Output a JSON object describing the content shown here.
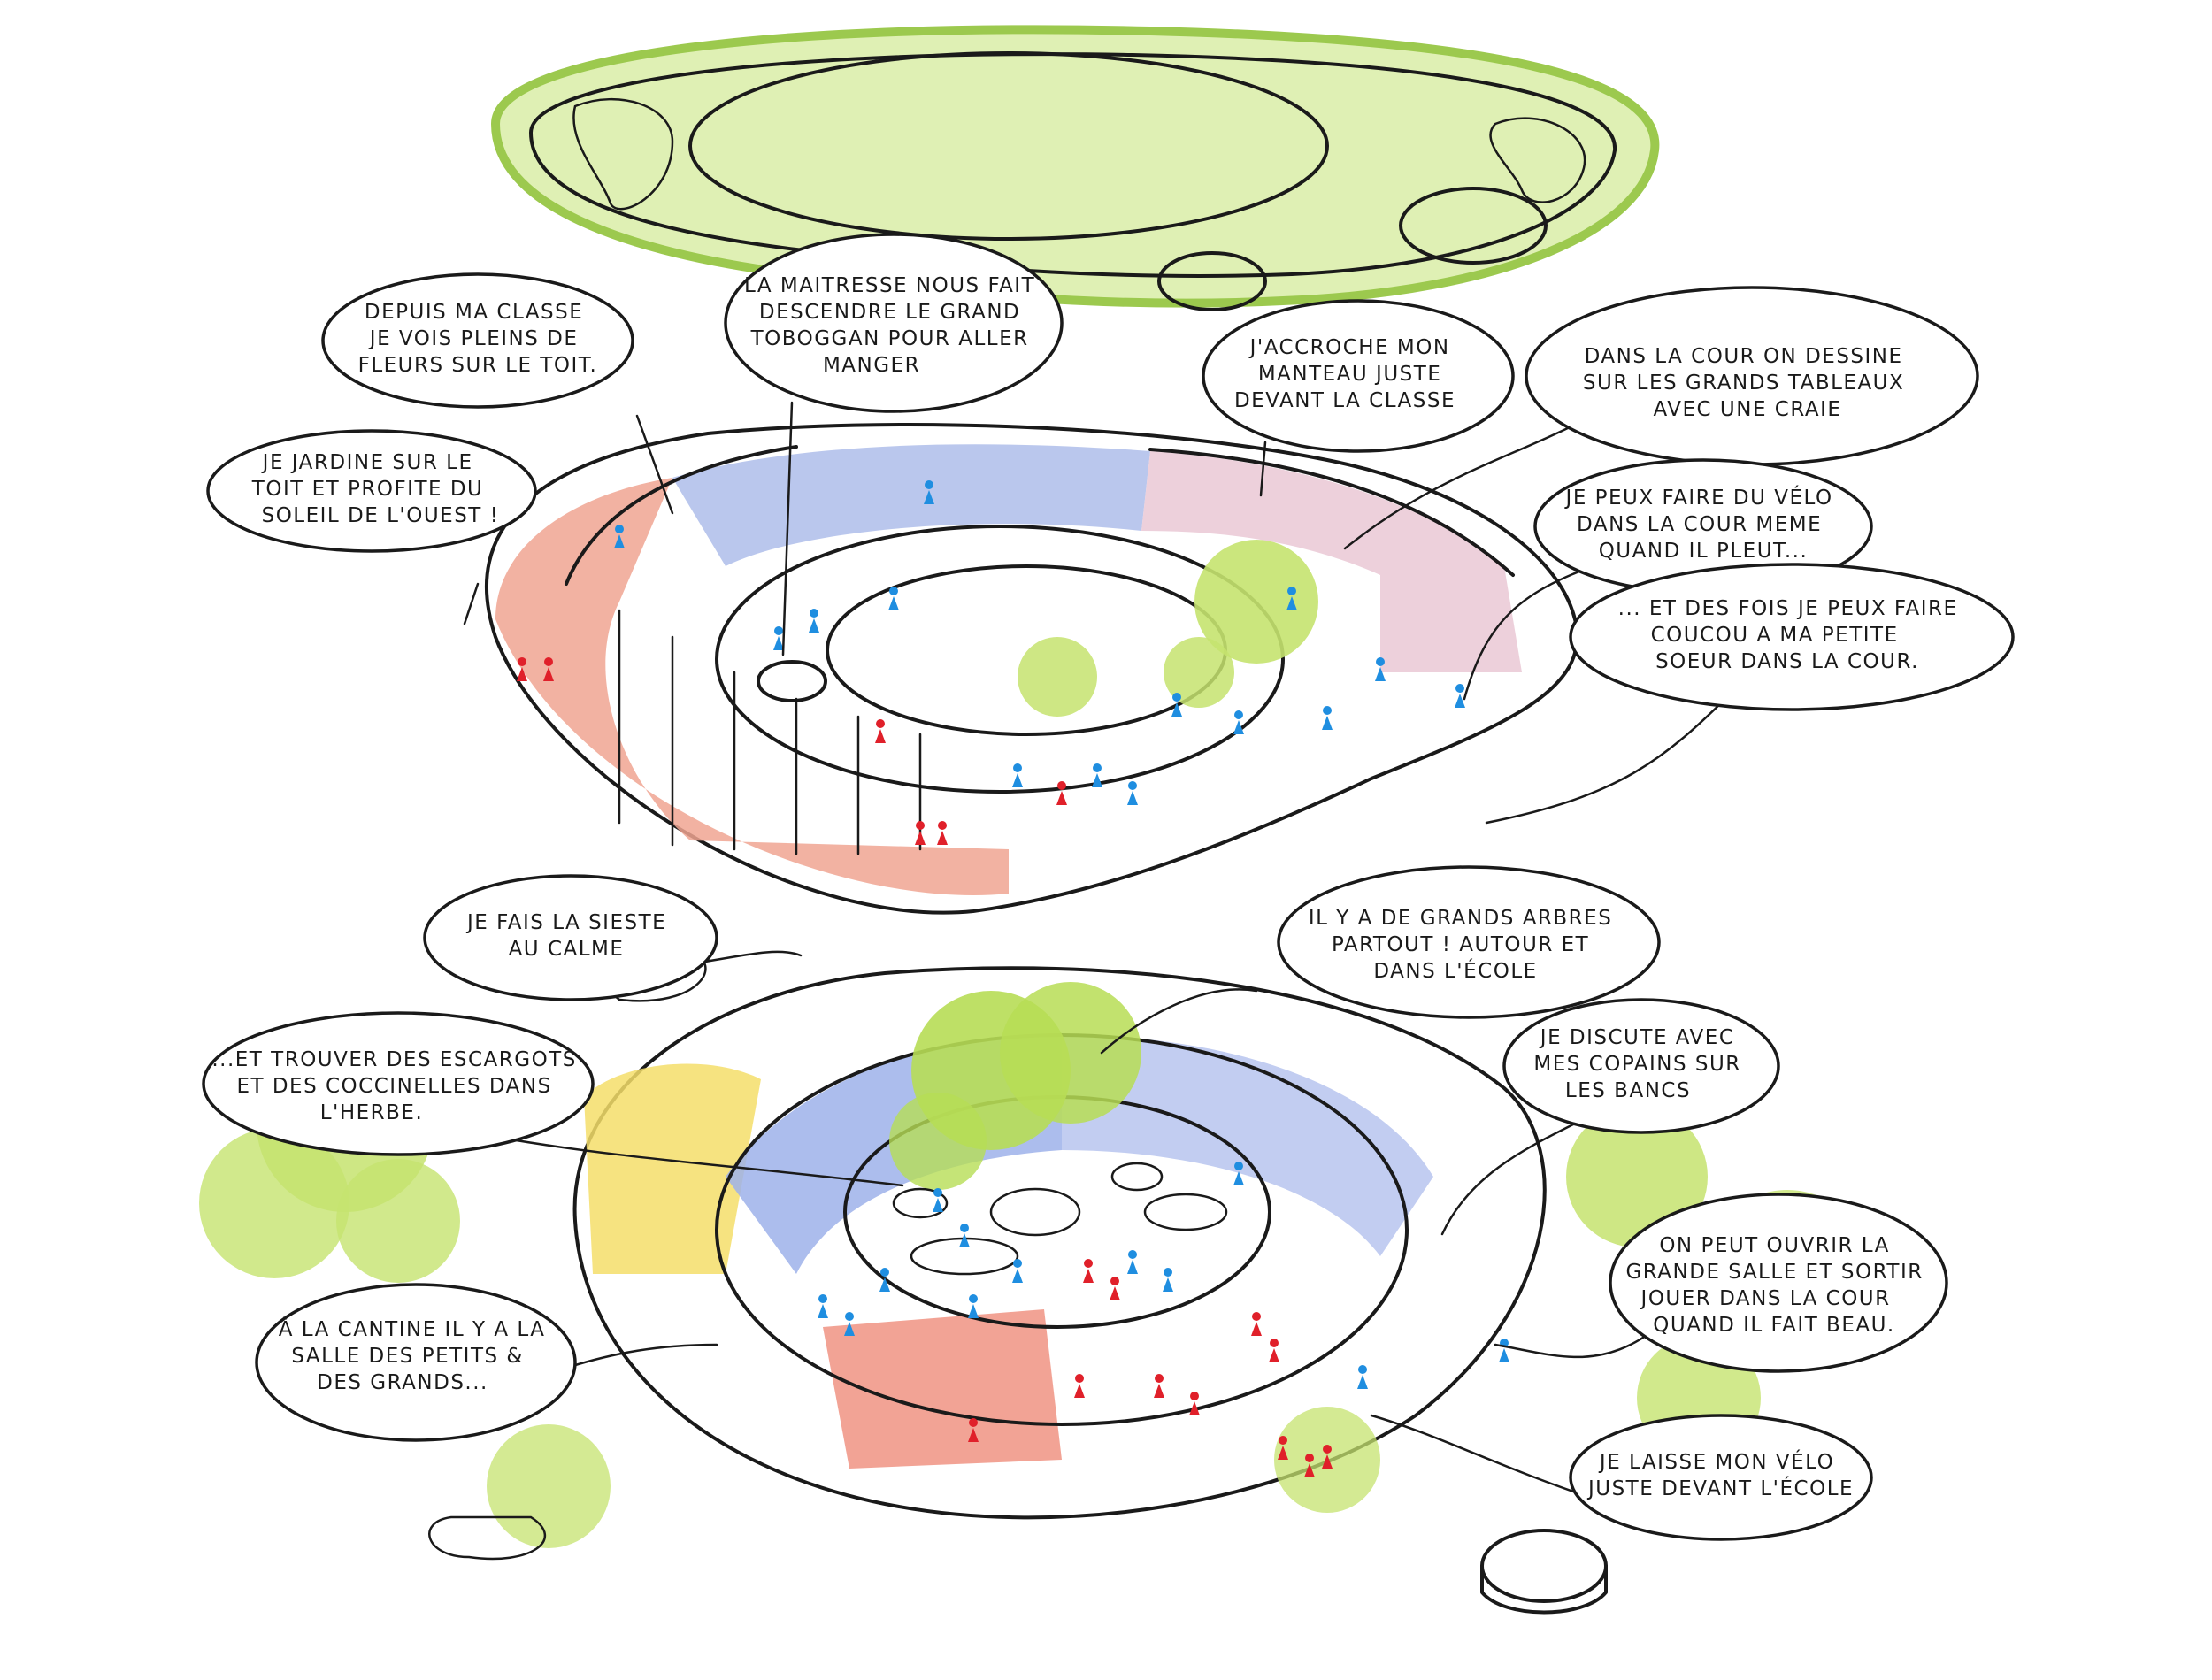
{
  "palette": {
    "green": "#b8dd6a",
    "green_light": "#dff0b4",
    "red": "#e86a5a",
    "blue": "#6f8fd6",
    "yellow": "#f4de6a",
    "cream": "#f3efd9",
    "pink": "#f2b7b0",
    "ink": "#1a1a1a",
    "figure_red": "#e0202a",
    "figure_blue": "#1f8ee0"
  },
  "bubbles": [
    {
      "id": "jardine",
      "lines": [
        "JE JARDINE SUR LE",
        "TOIT ET PROFITE DU",
        "SOLEIL DE L'OUEST !"
      ]
    },
    {
      "id": "classe",
      "lines": [
        "DEPUIS MA CLASSE",
        "JE VOIS PLEINS DE",
        "FLEURS SUR LE TOIT."
      ]
    },
    {
      "id": "toboggan",
      "lines": [
        "LA MAITRESSE NOUS FAIT",
        "DESCENDRE LE GRAND",
        "TOBOGGAN POUR ALLER",
        "MANGER"
      ]
    },
    {
      "id": "manteau",
      "lines": [
        "J'ACCROCHE MON",
        "MANTEAU JUSTE",
        "DEVANT LA CLASSE"
      ]
    },
    {
      "id": "tableaux",
      "lines": [
        "DANS LA COUR ON DESSINE",
        "SUR LES GRANDS TABLEAUX",
        "AVEC UNE CRAIE"
      ]
    },
    {
      "id": "velo",
      "lines": [
        "JE PEUX FAIRE DU VÉLO",
        "DANS LA COUR MEME",
        "QUAND IL PLEUT..."
      ]
    },
    {
      "id": "coucou",
      "lines": [
        "... ET DES FOIS JE PEUX FAIRE",
        "COUCOU A MA PETITE",
        "SOEUR DANS LA COUR."
      ]
    },
    {
      "id": "sieste",
      "lines": [
        "JE FAIS LA SIESTE",
        "AU CALME"
      ]
    },
    {
      "id": "arbres",
      "lines": [
        "IL Y A DE GRANDS ARBRES",
        "PARTOUT ! AUTOUR ET",
        "DANS L'ÉCOLE"
      ]
    },
    {
      "id": "escargots",
      "lines": [
        "...ET TROUVER DES ESCARGOTS",
        "ET DES COCCINELLES DANS",
        "L'HERBE."
      ]
    },
    {
      "id": "copains",
      "lines": [
        "JE DISCUTE AVEC",
        "MES COPAINS SUR",
        "LES BANCS"
      ]
    },
    {
      "id": "grande_salle",
      "lines": [
        "ON PEUT OUVRIR LA",
        "GRANDE SALLE ET SORTIR",
        "JOUER DANS LA COUR",
        "QUAND IL FAIT BEAU."
      ]
    },
    {
      "id": "cantine",
      "lines": [
        "À LA CANTINE IL Y A LA",
        "SALLE DES PETITS &",
        "DES GRANDS..."
      ]
    },
    {
      "id": "velo_ecole",
      "lines": [
        "JE LAISSE MON VÉLO",
        "JUSTE DEVANT L'ÉCOLE"
      ]
    }
  ]
}
